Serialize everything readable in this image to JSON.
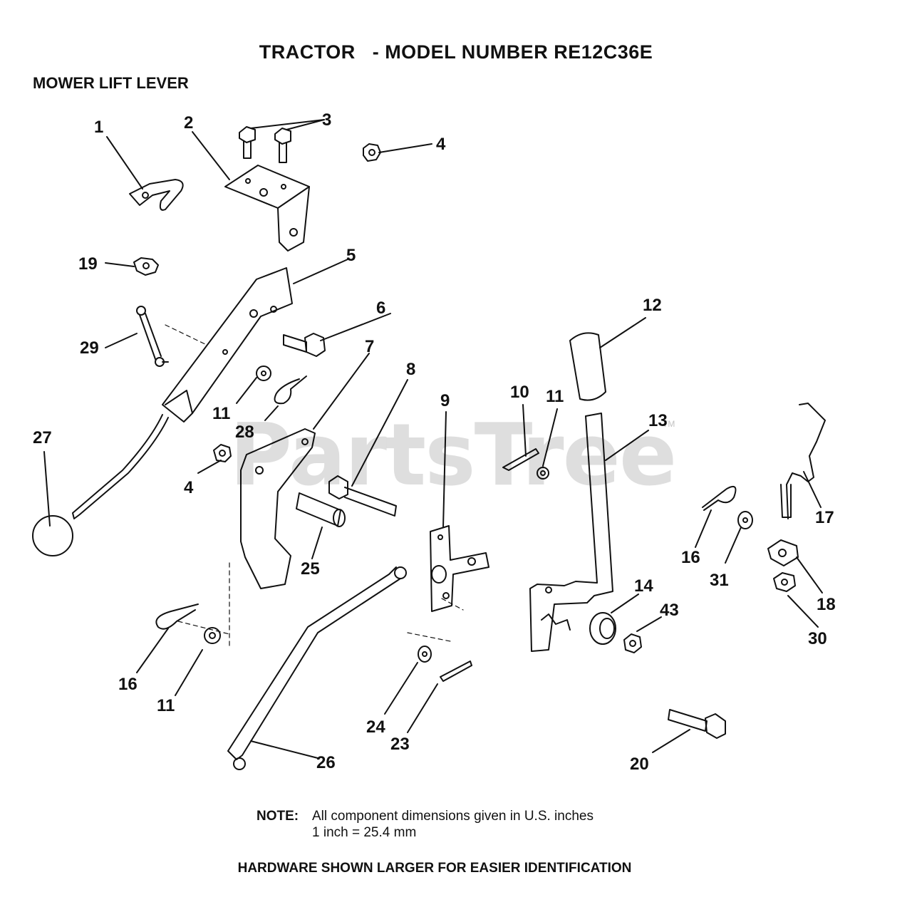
{
  "header": {
    "title": "TRACTOR   - MODEL NUMBER RE12C36E",
    "section": "MOWER LIFT LEVER"
  },
  "watermark": {
    "text": "PartsTree",
    "tm": "TM"
  },
  "callouts": [
    {
      "id": "c1",
      "label": "1"
    },
    {
      "id": "c2",
      "label": "2"
    },
    {
      "id": "c3",
      "label": "3"
    },
    {
      "id": "c4a",
      "label": "4"
    },
    {
      "id": "c19",
      "label": "19"
    },
    {
      "id": "c5",
      "label": "5"
    },
    {
      "id": "c6",
      "label": "6"
    },
    {
      "id": "c7",
      "label": "7"
    },
    {
      "id": "c29",
      "label": "29"
    },
    {
      "id": "c8",
      "label": "8"
    },
    {
      "id": "c12",
      "label": "12"
    },
    {
      "id": "c10",
      "label": "10"
    },
    {
      "id": "c11a",
      "label": "11"
    },
    {
      "id": "c11b",
      "label": "11"
    },
    {
      "id": "c9",
      "label": "9"
    },
    {
      "id": "c13",
      "label": "13"
    },
    {
      "id": "c28",
      "label": "28"
    },
    {
      "id": "c27",
      "label": "27"
    },
    {
      "id": "c4b",
      "label": "4"
    },
    {
      "id": "c17",
      "label": "17"
    },
    {
      "id": "c25",
      "label": "25"
    },
    {
      "id": "c16a",
      "label": "16"
    },
    {
      "id": "c31",
      "label": "31"
    },
    {
      "id": "c18",
      "label": "18"
    },
    {
      "id": "c14",
      "label": "14"
    },
    {
      "id": "c43",
      "label": "43"
    },
    {
      "id": "c30",
      "label": "30"
    },
    {
      "id": "c16b",
      "label": "16"
    },
    {
      "id": "c11c",
      "label": "11"
    },
    {
      "id": "c24",
      "label": "24"
    },
    {
      "id": "c23",
      "label": "23"
    },
    {
      "id": "c26",
      "label": "26"
    },
    {
      "id": "c20",
      "label": "20"
    }
  ],
  "note": {
    "label": "NOTE:",
    "line1": "All component dimensions given in U.S. inches",
    "line2": "1 inch = 25.4 mm"
  },
  "footer": "HARDWARE SHOWN LARGER FOR EASIER IDENTIFICATION"
}
